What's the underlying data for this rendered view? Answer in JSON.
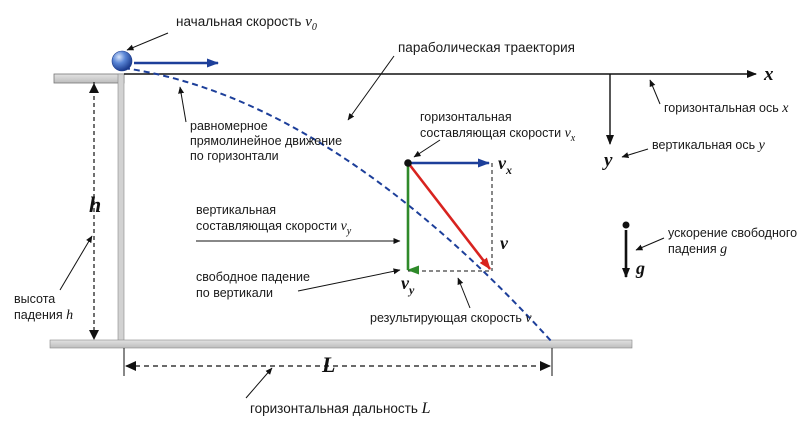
{
  "labels": {
    "initial_velocity": "начальная скорость",
    "initial_velocity_sym": "v",
    "initial_velocity_sub": "0",
    "trajectory": "параболическая траектория",
    "uniform_1": "равномерное",
    "uniform_2": "прямолинейное движение",
    "uniform_3": "по горизонтали",
    "horiz_comp_1": "горизонтальная",
    "horiz_comp_2": "составляющая скорости",
    "horiz_comp_sym": "v",
    "horiz_comp_sub": "x",
    "horiz_axis": "горизонтальная ось",
    "horiz_axis_sym": "x",
    "vert_axis": "вертикальная ось",
    "vert_axis_sym": "y",
    "vert_comp_1": "вертикальная",
    "vert_comp_2": "составляющая скорости",
    "vert_comp_sym": "v",
    "vert_comp_sub": "y",
    "freefall_1": "свободное падение",
    "freefall_2": "по вертикали",
    "result_velocity": "результирующая скорость",
    "result_velocity_sym": "v",
    "accel_1": "ускорение свободного",
    "accel_2": "падения",
    "accel_sym": "g",
    "height_1": "высота",
    "height_2": "падения",
    "height_sym": "h",
    "range": "горизонтальная дальность",
    "range_sym": "L"
  },
  "symbols": {
    "x_axis": "x",
    "y_axis": "y",
    "h": "h",
    "L": "L",
    "vx_main": "v",
    "vx_sub": "x",
    "vy_main": "v",
    "vy_sub": "y",
    "v": "v",
    "g": "g"
  },
  "colors": {
    "trajectory": "#1d3f9a",
    "velocity_blue": "#1d3f9a",
    "vertical_green": "#2f8a2a",
    "resultant_red": "#d8231f",
    "ground": "#c9c9c9",
    "ball": "#2a58b8"
  }
}
